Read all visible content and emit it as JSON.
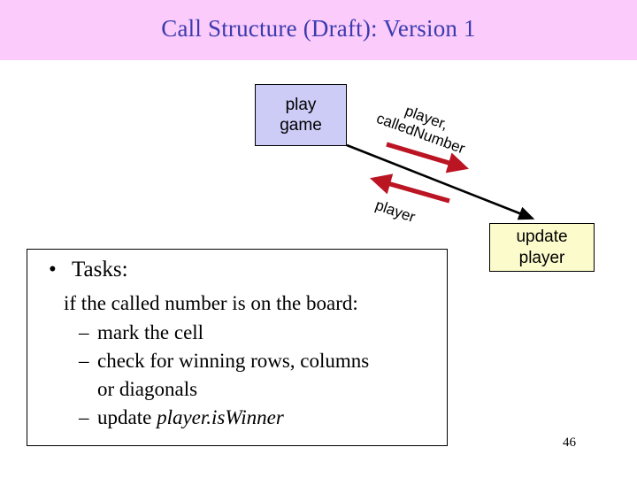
{
  "slide": {
    "title": "Call Structure (Draft): Version 1",
    "page_number": "46",
    "title_band_color": "#fbcbfb",
    "title_text_color": "#3b3bae",
    "background_color": "#ffffff"
  },
  "diagram": {
    "nodes": [
      {
        "name": "play-game",
        "line1": "play",
        "line2": "game",
        "fill_color": "#ccccf7",
        "border_color": "#000000"
      },
      {
        "name": "update-player",
        "line1": "update",
        "line2": "player",
        "fill_color": "#fbfbcc",
        "border_color": "#000000"
      }
    ],
    "connector": {
      "name": "play-game-to-update-player",
      "color": "#000000",
      "has_arrowhead": true
    },
    "messages": [
      {
        "name": "call-message",
        "direction": "right",
        "color": "#bb1524",
        "label_line1": "player,",
        "label_line2": "calledNumber"
      },
      {
        "name": "return-message",
        "direction": "left",
        "color": "#bb1524",
        "label_line1": "player",
        "label_line2": ""
      }
    ]
  },
  "tasks": {
    "bullet_glyph": "•",
    "heading": "Tasks:",
    "dash_glyph": "–",
    "lines": [
      {
        "dash": false,
        "text": "if the called number is on the board:",
        "italic_text": ""
      },
      {
        "dash": true,
        "text": "mark the cell",
        "italic_text": ""
      },
      {
        "dash": true,
        "text": "check for winning rows, columns",
        "italic_text": ""
      },
      {
        "dash": false,
        "text": "or diagonals",
        "italic_text": ""
      },
      {
        "dash": true,
        "text": "update ",
        "italic_text": "player.isWinner"
      }
    ]
  }
}
